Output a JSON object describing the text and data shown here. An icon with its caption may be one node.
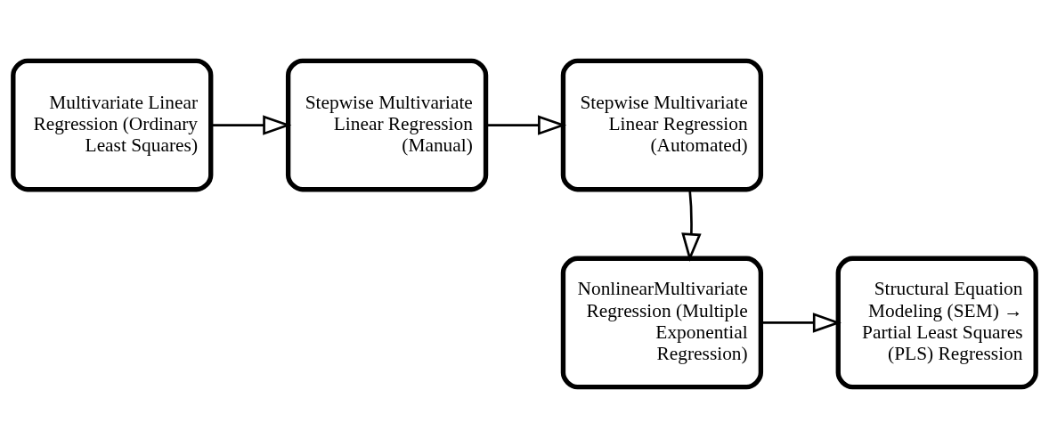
{
  "diagram": {
    "nodes": [
      {
        "text": [
          "Multivariate Linear Regression (Ordinary Least Squares)"
        ]
      },
      {
        "text": [
          "Stepwise Multivariate Linear Regression (Manual)"
        ]
      },
      {
        "text": [
          "Stepwise Multivariate Linear Regression (Automated)"
        ]
      },
      {
        "text": [
          "Structural Equation Modeling (SEM) → Partial Least Squares (PLS) Regression"
        ]
      },
      {
        "text": [
          "NonlinearMultivariate Regression (Multiple Exponential Regression)"
        ]
      }
    ],
    "edges": [
      {
        "from": 0,
        "to": 1,
        "arrow": "to"
      },
      {
        "from": 1,
        "to": 2,
        "arrow": "to"
      },
      {
        "from": 2,
        "to": 4,
        "arrow": "to"
      },
      {
        "from": 4,
        "to": 3,
        "arrow": "to"
      }
    ]
  }
}
